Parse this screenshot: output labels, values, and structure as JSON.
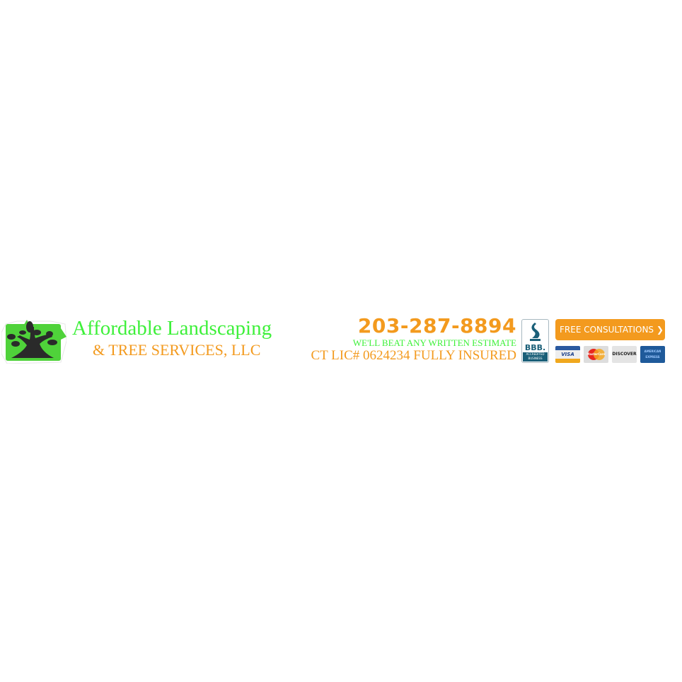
{
  "brand": {
    "title": "Affordable Landscaping",
    "subtitle": "& TREE SERVICES, LLC"
  },
  "contact": {
    "phone": "203-287-8894",
    "tagline": "WE'LL BEAT ANY WRITTEN ESTIMATE",
    "license": "CT LIC# 0624234 FULLY INSURED"
  },
  "bbb": {
    "label": "BBB.",
    "badge": "ACCREDITED BUSINESS"
  },
  "cta": {
    "label": "FREE CONSULTATIONS ❯"
  },
  "payment_cards": [
    "VISA",
    "MasterCard",
    "DISCOVER",
    "AMERICAN EXPRESS"
  ],
  "colors": {
    "green": "#3ef03a",
    "orange": "#f39a1e",
    "bbb_blue": "#1a5f78"
  }
}
